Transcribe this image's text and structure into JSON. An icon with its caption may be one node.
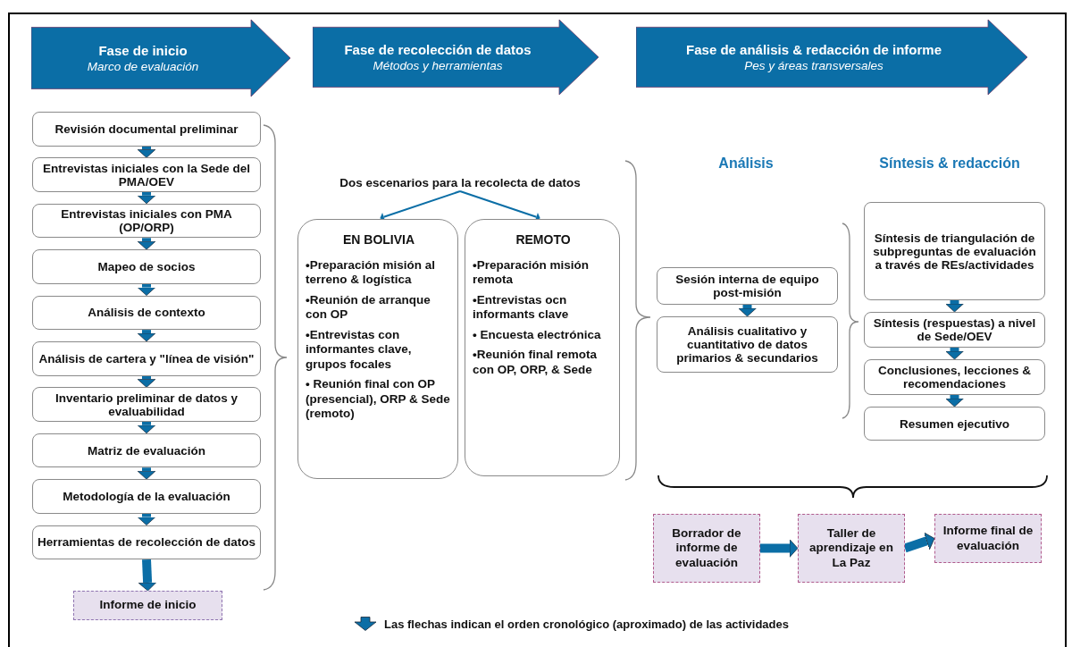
{
  "diagram": {
    "nodes": [
      {
        "text": [
          "Fase de inicio",
          "Marco de evaluación"
        ]
      },
      {
        "text": [
          "Fase de recolección de datos",
          "Métodos y herramientas"
        ]
      },
      {
        "text": [
          "Fase de análisis & redacción de informe",
          "Pes y áreas transversales"
        ]
      },
      {
        "text": [
          "Revisión documental preliminar"
        ]
      },
      {
        "text": [
          "Entrevistas iniciales con la Sede del PMA/OEV"
        ]
      },
      {
        "text": [
          "Entrevistas iniciales con PMA (OP/ORP)"
        ]
      },
      {
        "text": [
          "Mapeo de socios"
        ]
      },
      {
        "text": [
          "Análisis de contexto"
        ]
      },
      {
        "text": [
          "Análisis de cartera y \"línea de visión\""
        ]
      },
      {
        "text": [
          "Inventario preliminar de datos y evaluabilidad"
        ]
      },
      {
        "text": [
          "Matriz de evaluación"
        ]
      },
      {
        "text": [
          "Metodología de la evaluación"
        ]
      },
      {
        "text": [
          "Herramientas de recolección de datos"
        ]
      },
      {
        "text": [
          "Informe de inicio"
        ]
      },
      {
        "text": [
          "Dos escenarios para la recolecta de datos"
        ]
      },
      {
        "text": [
          "EN BOLIVIA",
          "•Preparación misión al terreno & logística",
          "•Reunión de arranque con OP",
          "•Entrevistas con informantes clave, grupos focales",
          "• Reunión final con OP (presencial), ORP & Sede (remoto)"
        ]
      },
      {
        "text": [
          "REMOTO",
          "•Preparación misión remota",
          "•Entrevistas ocn informants clave",
          "• Encuesta electrónica",
          "•Reunión final remota con OP, ORP, & Sede"
        ]
      },
      {
        "text": [
          "Sesión interna de equipo post-misión"
        ]
      },
      {
        "text": [
          "Análisis cualitativo y cuantitativo de datos primarios & secundarios"
        ]
      },
      {
        "text": [
          "Síntesis de triangulación de subpreguntas de evaluación a través de REs/actividades"
        ]
      },
      {
        "text": [
          "Síntesis (respuestas) a nivel de Sede/OEV"
        ]
      },
      {
        "text": [
          "Conclusiones, lecciones & recomendaciones"
        ]
      },
      {
        "text": [
          "Resumen ejecutivo"
        ]
      },
      {
        "text": [
          "Borrador de informe de evaluación"
        ]
      },
      {
        "text": [
          "Taller de aprendizaje en La Paz"
        ]
      },
      {
        "text": [
          "Informe final de evaluación"
        ]
      }
    ],
    "edges": [
      {
        "from": 3,
        "to": 4,
        "arrow": "to"
      },
      {
        "from": 4,
        "to": 5,
        "arrow": "to"
      },
      {
        "from": 5,
        "to": 6,
        "arrow": "to"
      },
      {
        "from": 6,
        "to": 7,
        "arrow": "to"
      },
      {
        "from": 7,
        "to": 8,
        "arrow": "to"
      },
      {
        "from": 8,
        "to": 9,
        "arrow": "to"
      },
      {
        "from": 9,
        "to": 10,
        "arrow": "to"
      },
      {
        "from": 10,
        "to": 11,
        "arrow": "to"
      },
      {
        "from": 11,
        "to": 12,
        "arrow": "to"
      },
      {
        "from": 12,
        "to": 13,
        "arrow": "to"
      },
      {
        "from": 14,
        "to": 15,
        "arrow": "to"
      },
      {
        "from": 14,
        "to": 16,
        "arrow": "to"
      },
      {
        "from": 17,
        "to": 18,
        "arrow": "to"
      },
      {
        "from": 19,
        "to": 20,
        "arrow": "to"
      },
      {
        "from": 20,
        "to": 21,
        "arrow": "to"
      },
      {
        "from": 21,
        "to": 22,
        "arrow": "to"
      },
      {
        "from": 23,
        "to": 24,
        "arrow": "to"
      },
      {
        "from": 24,
        "to": 25,
        "arrow": "to"
      }
    ],
    "labels": [
      "Análisis",
      "Síntesis & redacción"
    ],
    "legend": [
      {
        "text": "Las flechas indican el orden cronológico (aproximado) de las actividades"
      }
    ]
  }
}
